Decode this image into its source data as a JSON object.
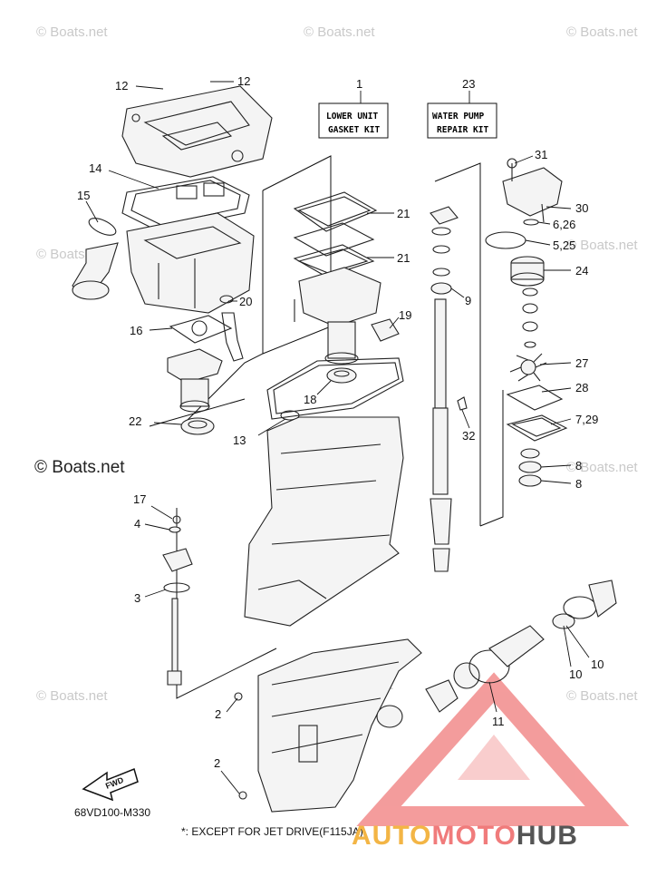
{
  "diagram": {
    "code": "68VD100-M330",
    "note": "*: EXCEPT FOR JET DRIVE(F115JA)",
    "fwd_label": "FWD",
    "kits": [
      {
        "number": "1",
        "line1": "LOWER UNIT",
        "line2": "GASKET KIT"
      },
      {
        "number": "23",
        "line1": "WATER PUMP",
        "line2": "REPAIR KIT"
      }
    ],
    "callouts": {
      "c12a": "12",
      "c12b": "12",
      "c14": "14",
      "c15": "15",
      "c16": "16",
      "c20": "20",
      "c22": "22",
      "c21a": "21",
      "c21b": "21",
      "c19": "19",
      "c18": "18",
      "c13": "13",
      "c9": "9",
      "c32": "32",
      "c31": "31",
      "c30": "30",
      "c626": "6,26",
      "c525": "5,25",
      "c24": "24",
      "c27": "27",
      "c28": "28",
      "c729": "7,29",
      "c8a": "8",
      "c8b": "8",
      "c17": "17",
      "c4": "4",
      "c3": "3",
      "c2a": "2",
      "c2b": "2",
      "c10a": "10",
      "c10b": "10",
      "c11": "11"
    }
  },
  "watermarks": {
    "boats": "© Boats.net",
    "brand": "© Boats.net"
  },
  "logo": {
    "part1": "AUTO",
    "part2": "MOTO",
    "part3": "HUB"
  },
  "colors": {
    "logo_red": "#f07b7b",
    "logo_yellow": "#f3b545",
    "logo_gray": "#555555"
  }
}
